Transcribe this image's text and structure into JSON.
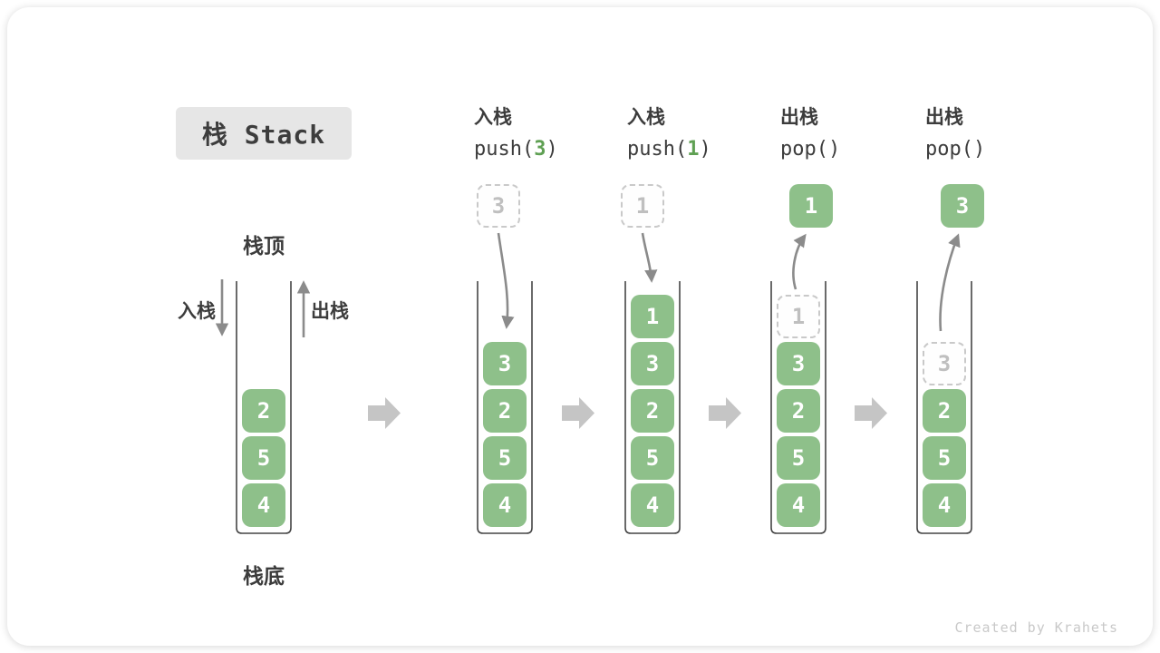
{
  "title": "栈 Stack",
  "labels": {
    "stack_top": "栈顶",
    "stack_bottom": "栈底",
    "push_in": "入栈",
    "pop_out": "出栈"
  },
  "operations": [
    {
      "name": "入栈",
      "code_prefix": "push(",
      "code_arg": "3",
      "code_suffix": ")"
    },
    {
      "name": "入栈",
      "code_prefix": "push(",
      "code_arg": "1",
      "code_suffix": ")"
    },
    {
      "name": "出栈",
      "code_prefix": "pop()",
      "code_arg": "",
      "code_suffix": ""
    },
    {
      "name": "出栈",
      "code_prefix": "pop()",
      "code_arg": "",
      "code_suffix": ""
    }
  ],
  "stacks": [
    {
      "elements": [
        "2",
        "5",
        "4"
      ]
    },
    {
      "incoming": "3",
      "elements": [
        "3",
        "2",
        "5",
        "4"
      ]
    },
    {
      "incoming": "1",
      "elements": [
        "1",
        "3",
        "2",
        "5",
        "4"
      ]
    },
    {
      "popped": "1",
      "ghost": "1",
      "elements": [
        "3",
        "2",
        "5",
        "4"
      ]
    },
    {
      "popped": "3",
      "ghost": "3",
      "elements": [
        "2",
        "5",
        "4"
      ]
    }
  ],
  "footer": "Created by Krahets",
  "colors": {
    "element_green": "#8ec08a",
    "code_arg_green": "#5fa053",
    "text_dark": "#3c3c3c",
    "flow_arrow_gray": "#8b8b8b",
    "transition_arrow_gray": "#c5c5c5",
    "dashed_gray": "#c9c9c9",
    "title_bg": "#e6e6e6"
  }
}
